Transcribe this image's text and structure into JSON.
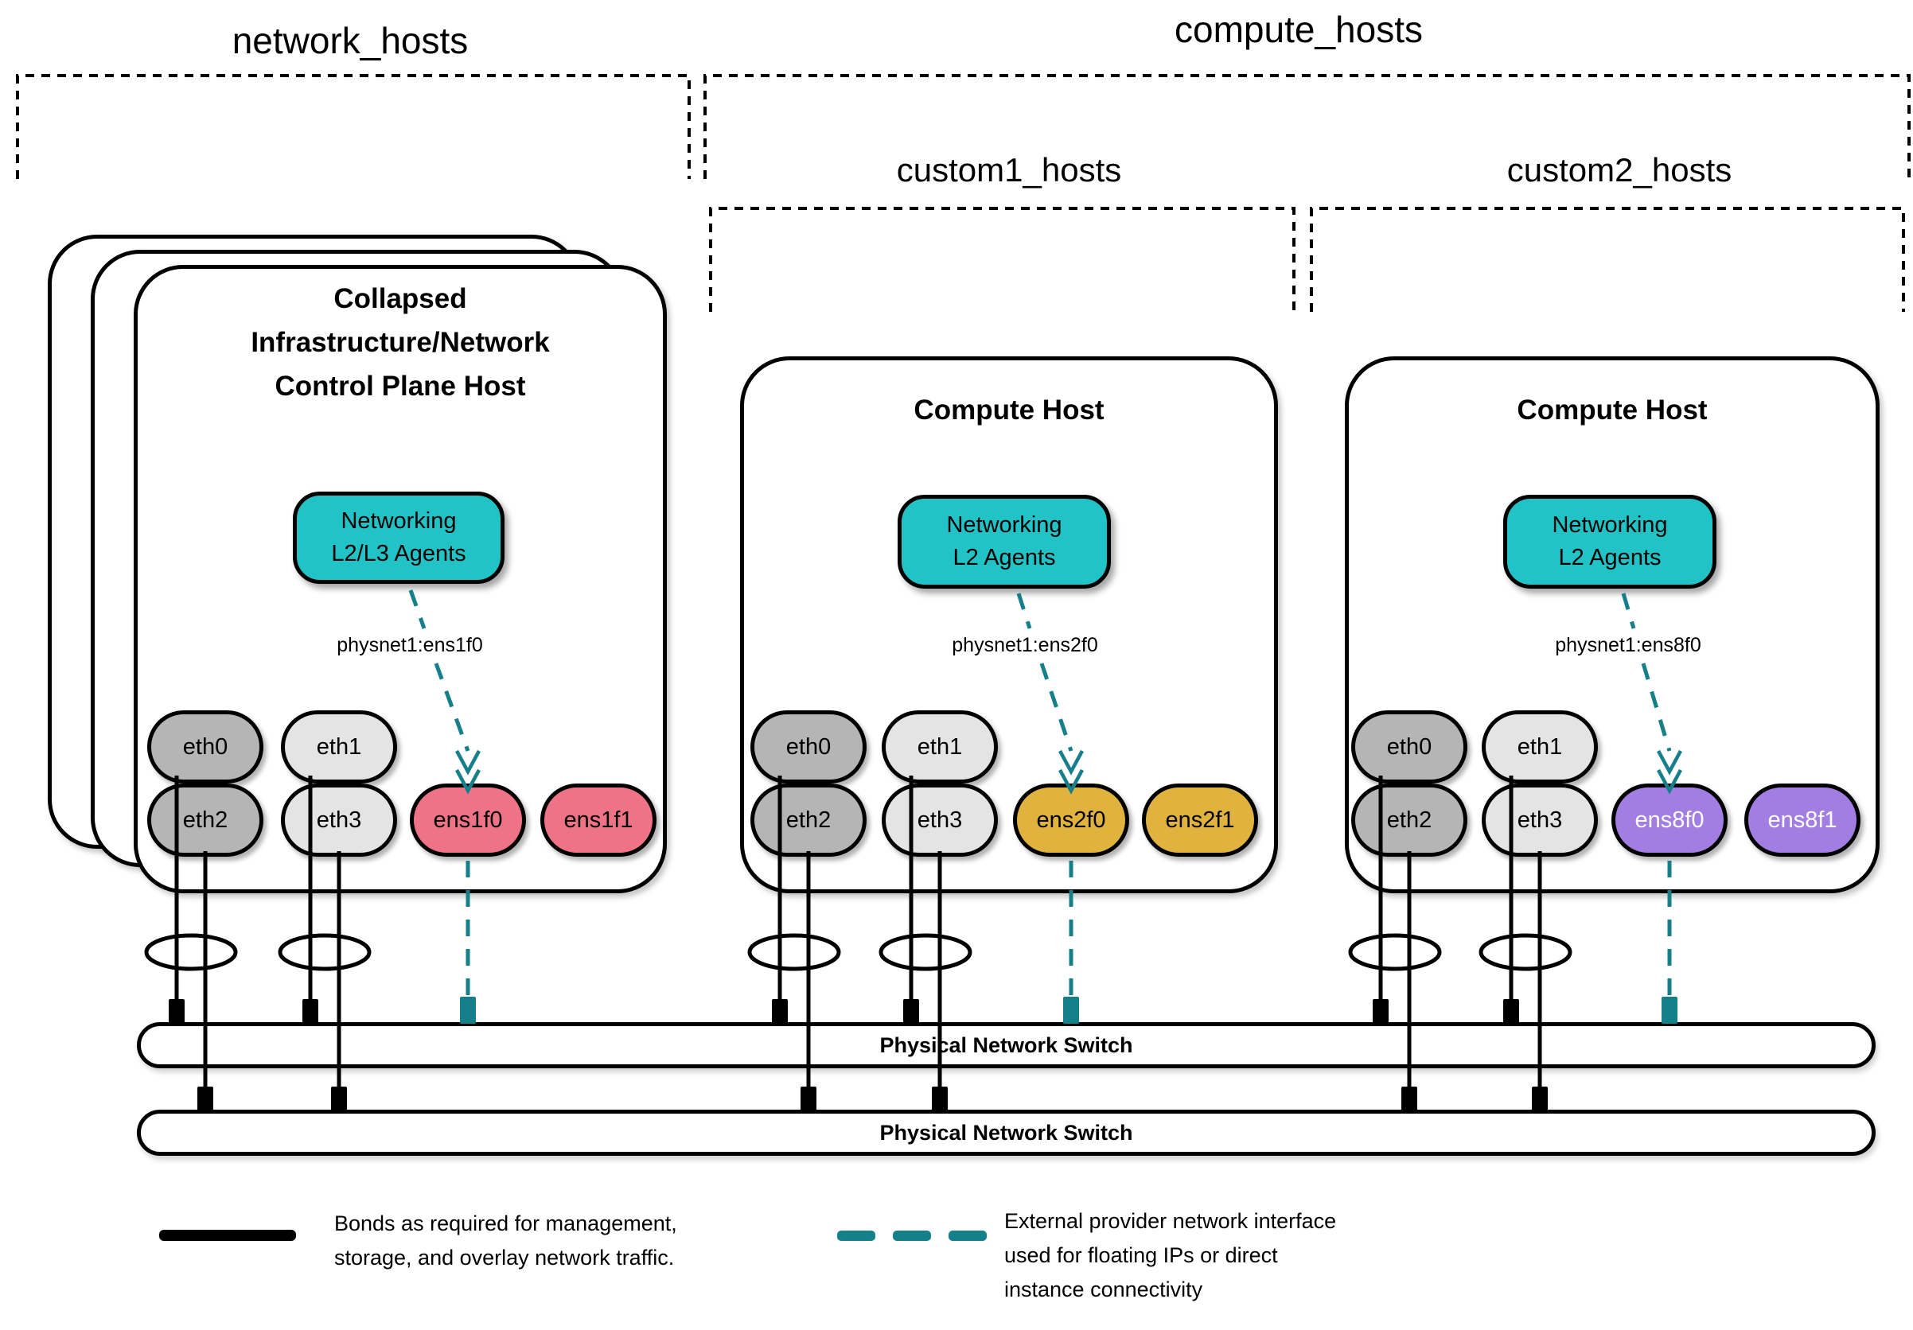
{
  "groups": {
    "network": "network_hosts",
    "compute": "compute_hosts",
    "custom1": "custom1_hosts",
    "custom2": "custom2_hosts"
  },
  "hosts": [
    {
      "title": "Collapsed\nInfrastructure/Network\nControl Plane Host",
      "agent": "Networking\nL2/L3 Agents",
      "physnet": "physnet1:ens1f0",
      "interfaces": {
        "row1": [
          "eth0",
          "eth1"
        ],
        "row2": [
          "eth2",
          "eth3",
          "ens1f0",
          "ens1f1"
        ]
      }
    },
    {
      "title": "Compute Host",
      "agent": "Networking\nL2 Agents",
      "physnet": "physnet1:ens2f0",
      "interfaces": {
        "row1": [
          "eth0",
          "eth1"
        ],
        "row2": [
          "eth2",
          "eth3",
          "ens2f0",
          "ens2f1"
        ]
      }
    },
    {
      "title": "Compute Host",
      "agent": "Networking\nL2 Agents",
      "physnet": "physnet1:ens8f0",
      "interfaces": {
        "row1": [
          "eth0",
          "eth1"
        ],
        "row2": [
          "eth2",
          "eth3",
          "ens8f0",
          "ens8f1"
        ]
      }
    }
  ],
  "switches": {
    "top": "Physical Network Switch",
    "bottom": "Physical Network Switch"
  },
  "legend": {
    "bond": "Bonds as required for management,\nstorage, and overlay network traffic.",
    "external": "External provider network interface\nused for floating IPs or direct\ninstance connectivity"
  },
  "colors": {
    "teal": "#22C3C7",
    "teal-dark": "#16808A",
    "pink": "#EF7386",
    "gold": "#E0B33E",
    "purple": "#A37EE2",
    "gray-dark": "#B5B5B5",
    "gray-light": "#E4E4E4"
  }
}
